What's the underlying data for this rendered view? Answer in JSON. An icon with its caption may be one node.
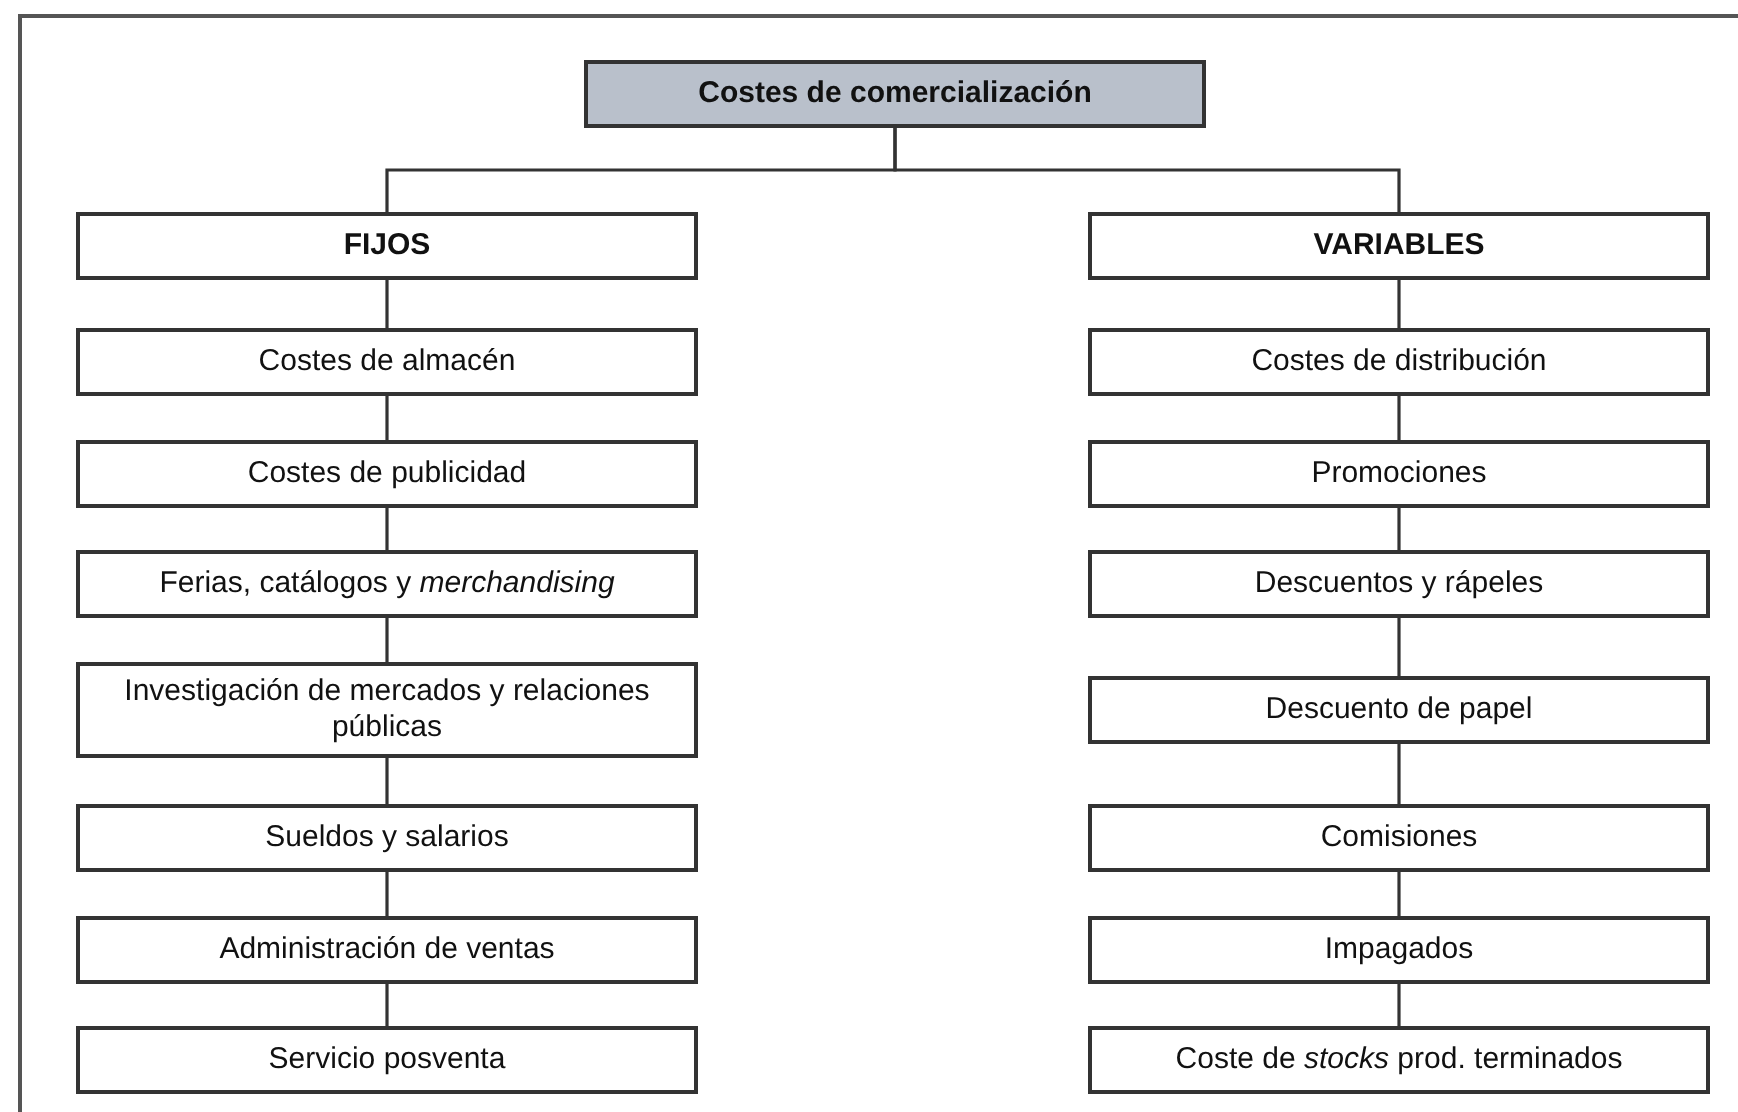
{
  "diagram": {
    "nodes": [
      {
        "text": [
          "Costes de comercialización"
        ]
      },
      {
        "text": [
          "FIJOS"
        ]
      },
      {
        "text": [
          "Costes de almacén"
        ]
      },
      {
        "text": [
          "Costes de publicidad"
        ]
      },
      {
        "text": [
          "Ferias, catálogos y *merchandising*"
        ]
      },
      {
        "text": [
          "Investigación de mercados y relaciones públicas"
        ]
      },
      {
        "text": [
          "Sueldos y salarios"
        ]
      },
      {
        "text": [
          "Administración de ventas"
        ]
      },
      {
        "text": [
          "Servicio posventa"
        ]
      },
      {
        "text": [
          "VARIABLES"
        ]
      },
      {
        "text": [
          "Costes de distribución"
        ]
      },
      {
        "text": [
          "Promociones"
        ]
      },
      {
        "text": [
          "Descuentos y rápeles"
        ]
      },
      {
        "text": [
          "Descuento de papel"
        ]
      },
      {
        "text": [
          "Comisiones"
        ]
      },
      {
        "text": [
          "Impagados"
        ]
      },
      {
        "text": [
          "Coste de *stocks* prod. terminados"
        ]
      }
    ],
    "edges": [
      {
        "from": 0,
        "to": 1,
        "arrow": "none"
      },
      {
        "from": 0,
        "to": 9,
        "arrow": "none"
      },
      {
        "from": 1,
        "to": 2,
        "arrow": "none"
      },
      {
        "from": 2,
        "to": 3,
        "arrow": "none"
      },
      {
        "from": 3,
        "to": 4,
        "arrow": "none"
      },
      {
        "from": 4,
        "to": 5,
        "arrow": "none"
      },
      {
        "from": 5,
        "to": 6,
        "arrow": "none"
      },
      {
        "from": 6,
        "to": 7,
        "arrow": "none"
      },
      {
        "from": 7,
        "to": 8,
        "arrow": "none"
      },
      {
        "from": 9,
        "to": 10,
        "arrow": "none"
      },
      {
        "from": 10,
        "to": 11,
        "arrow": "none"
      },
      {
        "from": 11,
        "to": 12,
        "arrow": "none"
      },
      {
        "from": 12,
        "to": 13,
        "arrow": "none"
      },
      {
        "from": 13,
        "to": 14,
        "arrow": "none"
      },
      {
        "from": 14,
        "to": 15,
        "arrow": "none"
      },
      {
        "from": 15,
        "to": 16,
        "arrow": "none"
      }
    ]
  }
}
